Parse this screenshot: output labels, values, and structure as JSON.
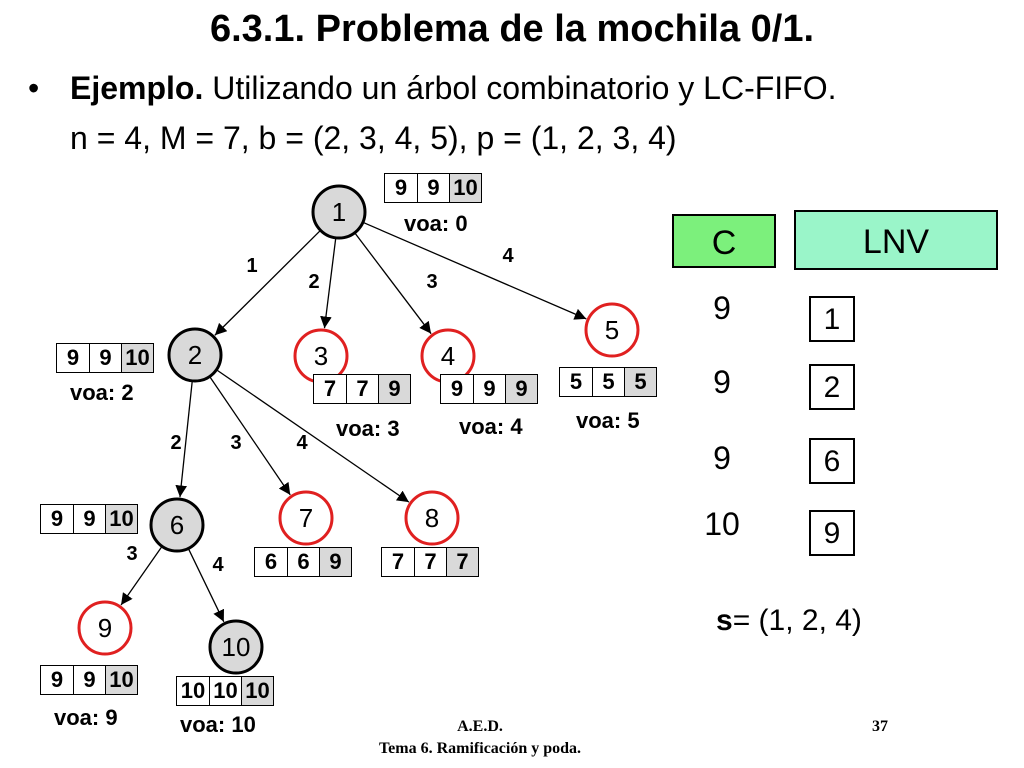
{
  "slide": {
    "title": "6.3.1. Problema de la mochila 0/1.",
    "bullet": "•",
    "example_label": "Ejemplo.",
    "example_text": "Utilizando un árbol combinatorio y LC-FIFO.",
    "params": "n = 4, M = 7, b = (2, 3, 4, 5), p = (1, 2, 3, 4)"
  },
  "tree": {
    "nodes": [
      {
        "id": "1",
        "style": "gray"
      },
      {
        "id": "2",
        "style": "gray"
      },
      {
        "id": "3",
        "style": "red"
      },
      {
        "id": "4",
        "style": "red"
      },
      {
        "id": "5",
        "style": "red"
      },
      {
        "id": "6",
        "style": "gray"
      },
      {
        "id": "7",
        "style": "red"
      },
      {
        "id": "8",
        "style": "red"
      },
      {
        "id": "9",
        "style": "red"
      },
      {
        "id": "10",
        "style": "gray"
      }
    ],
    "edges": [
      {
        "from": "1",
        "to": "2",
        "label": "1"
      },
      {
        "from": "1",
        "to": "3",
        "label": "2"
      },
      {
        "from": "1",
        "to": "4",
        "label": "3"
      },
      {
        "from": "1",
        "to": "5",
        "label": "4"
      },
      {
        "from": "2",
        "to": "6",
        "label": "2"
      },
      {
        "from": "2",
        "to": "7",
        "label": "3"
      },
      {
        "from": "2",
        "to": "8",
        "label": "4"
      },
      {
        "from": "6",
        "to": "9",
        "label": "3"
      },
      {
        "from": "6",
        "to": "10",
        "label": "4"
      }
    ],
    "node_colors": {
      "gray_fill": "#d9d9d9",
      "red_stroke": "#e02020",
      "white_fill": "#ffffff"
    },
    "bounds": {
      "n1": {
        "values": [
          "9",
          "9",
          "10"
        ],
        "voa": "voa: 0"
      },
      "n2": {
        "values": [
          "9",
          "9",
          "10"
        ],
        "voa": "voa: 2"
      },
      "n3": {
        "values": [
          "7",
          "7",
          "9"
        ],
        "voa": "voa: 3"
      },
      "n4": {
        "values": [
          "9",
          "9",
          "9"
        ],
        "voa": "voa: 4"
      },
      "n5": {
        "values": [
          "5",
          "5",
          "5"
        ],
        "voa": "voa: 5"
      },
      "n6": {
        "values": [
          "9",
          "9",
          "10"
        ]
      },
      "n7": {
        "values": [
          "6",
          "6",
          "9"
        ]
      },
      "n8": {
        "values": [
          "7",
          "7",
          "7"
        ]
      },
      "n9": {
        "values": [
          "9",
          "9",
          "10"
        ],
        "voa": "voa: 9"
      },
      "n10": {
        "values": [
          "10",
          "10",
          "10"
        ],
        "voa": "voa: 10"
      }
    }
  },
  "table": {
    "c_header": "C",
    "lnv_header": "LNV",
    "c_values": [
      "9",
      "9",
      "9",
      "10"
    ],
    "lnv_values": [
      "1",
      "2",
      "6",
      "9"
    ],
    "colors": {
      "c_header_bg": "#7cf07c",
      "lnv_header_bg": "#9af5c9"
    }
  },
  "solution": {
    "label": "s",
    "text": "= (1, 2, 4)"
  },
  "footer": {
    "course": "A.E.D.",
    "topic": "Tema 6. Ramificación y poda.",
    "page": "37"
  }
}
